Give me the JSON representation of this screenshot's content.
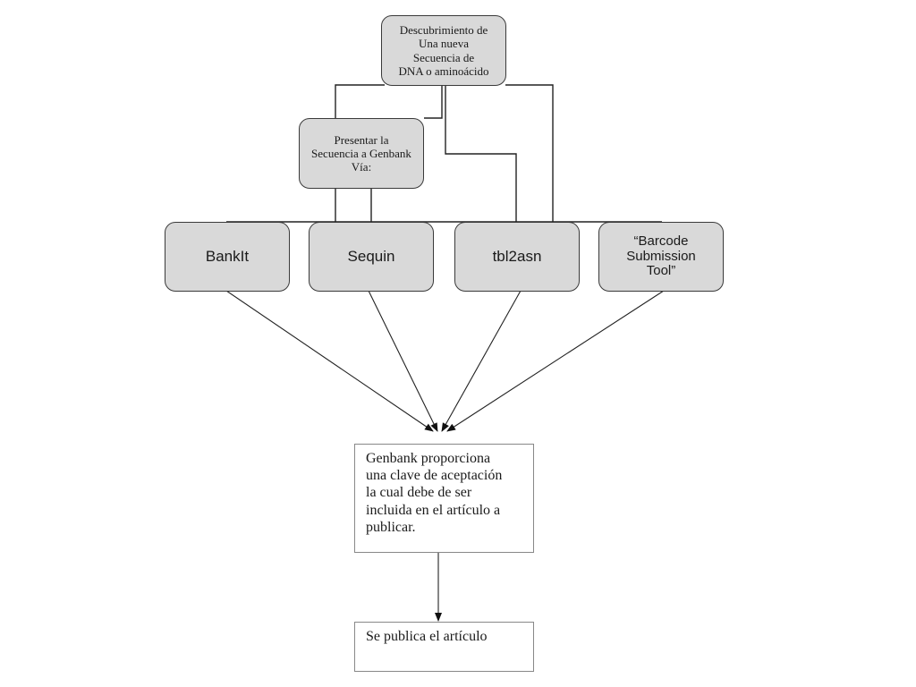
{
  "diagram": {
    "discovery": "Descubrimiento de\nUna nueva\nSecuencia de\nDNA o aminoácido",
    "submit": "Presentar la\nSecuencia a Genbank\nVía:",
    "tools": [
      {
        "label": "BankIt"
      },
      {
        "label": "Sequin"
      },
      {
        "label": "tbl2asn"
      },
      {
        "label": "“Barcode\nSubmission\nTool”"
      }
    ],
    "accession": "Genbank proporciona\nuna clave de aceptación\nla cual debe de ser\nincluida en el artículo a\npublicar.",
    "publish": "Se publica el artículo"
  }
}
